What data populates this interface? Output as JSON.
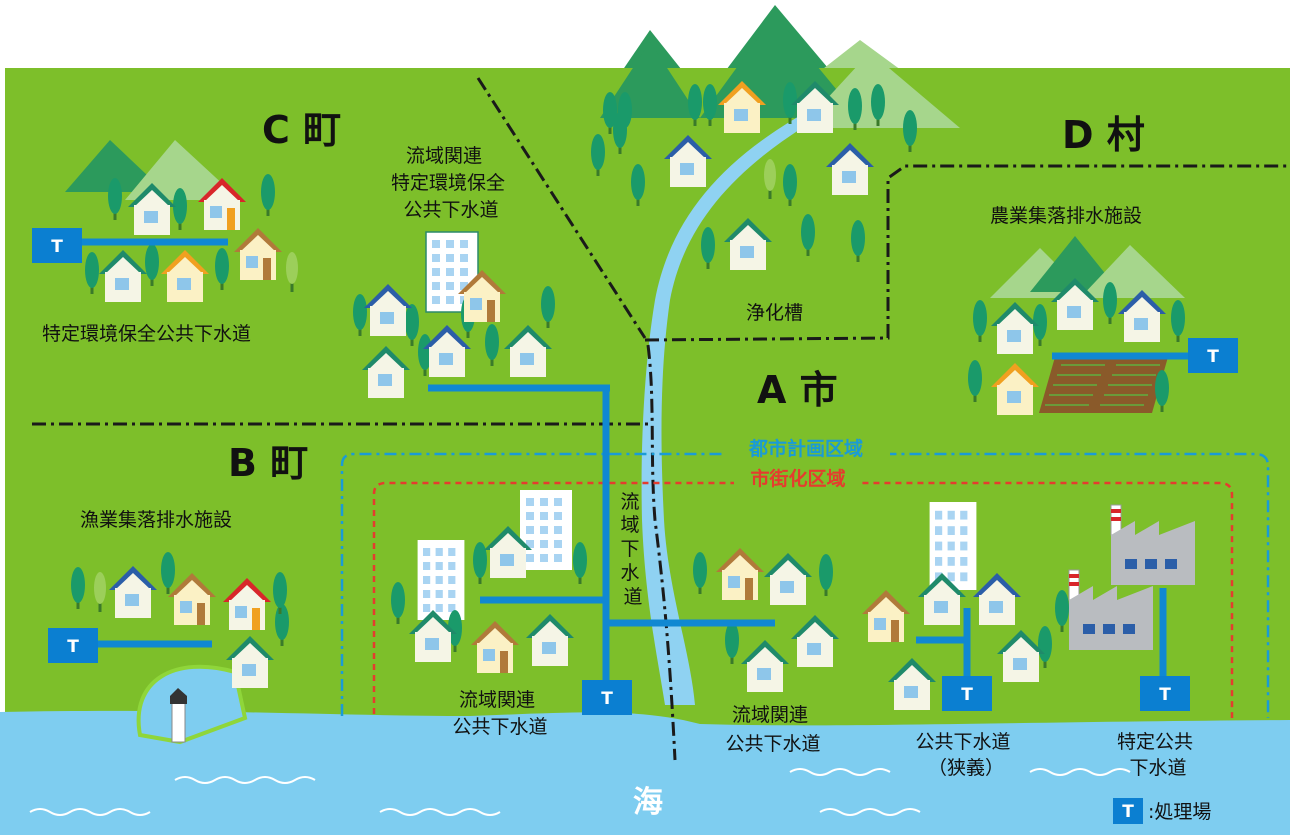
{
  "towns": {
    "c": "C 町",
    "d": "D 村",
    "a": "A 市",
    "b": "B 町"
  },
  "labels": {
    "c_sewer": "特定環境保全公共下水道",
    "c_regional": [
      "流域関連",
      "特定環境保全",
      "公共下水道"
    ],
    "d_agri": "農業集落排水施設",
    "septic": "浄化槽",
    "b_fishery": "漁業集落排水施設",
    "regional_main": [
      "流",
      "域",
      "下",
      "水",
      "道"
    ],
    "regional_left": [
      "流域関連",
      "公共下水道"
    ],
    "regional_right": [
      "流域関連",
      "公共下水道"
    ],
    "public_narrow": [
      "公共下水道",
      "（狭義）"
    ],
    "specific_public": [
      "特定公共",
      "下水道"
    ]
  },
  "zones": {
    "city_planning": "都市計画区域",
    "urbanization": "市街化区域"
  },
  "sea": "海",
  "legend": {
    "symbol": "T",
    "text": ":処理場"
  },
  "colors": {
    "land": "#7dbf2a",
    "sea": "#7ecdf0",
    "river": "#8fd2f2",
    "pipe": "#1088d2",
    "plant": "#0b7fd1",
    "city_line": "#1a9bd6",
    "urban_line": "#e53c2e",
    "mountain_dark": "#2c9a5c",
    "mountain_light": "#a6d68c"
  }
}
